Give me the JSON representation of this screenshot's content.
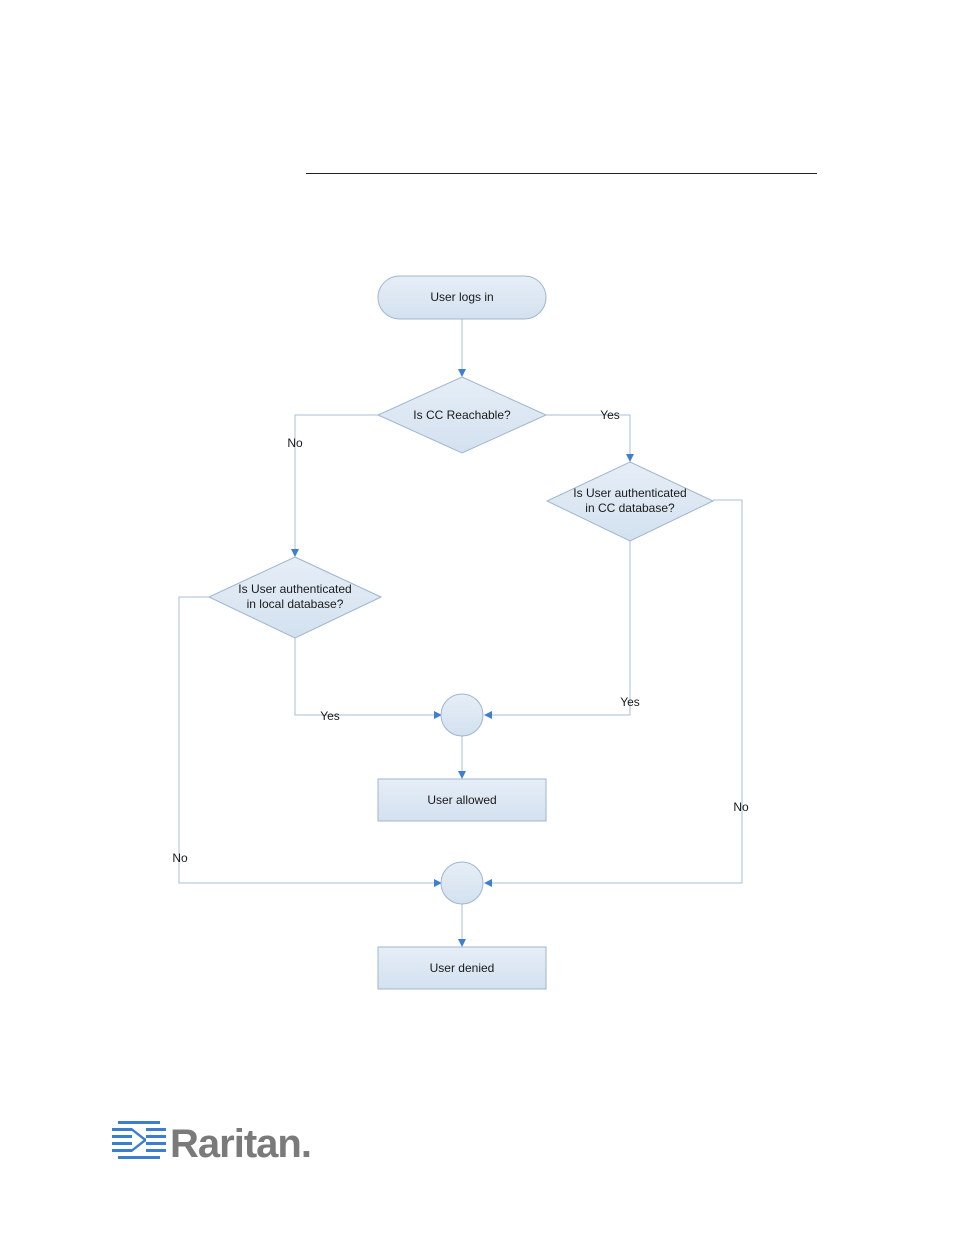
{
  "flowchart": {
    "nodes": {
      "start": "User logs in",
      "cc_reachable": "Is CC Reachable?",
      "cc_auth_line1": "Is User authenticated",
      "cc_auth_line2": "in CC database?",
      "local_auth_line1": "Is User authenticated",
      "local_auth_line2": "in local database?",
      "allowed": "User allowed",
      "denied": "User denied"
    },
    "edges": {
      "cc_reachable_yes": "Yes",
      "cc_reachable_no": "No",
      "cc_auth_yes": "Yes",
      "cc_auth_no": "No",
      "local_auth_yes": "Yes",
      "local_auth_no": "No"
    },
    "colors": {
      "node_fill": "#dbe7f3",
      "node_stroke": "#9fb6cc",
      "connector": "#a9bfd4",
      "arrow": "#3f7fd0"
    }
  },
  "logo": {
    "wordmark": "Raritan."
  }
}
